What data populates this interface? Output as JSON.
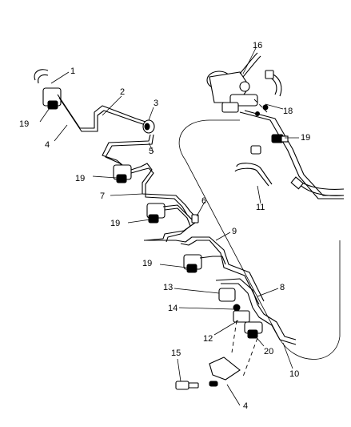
{
  "diagram": {
    "callouts": [
      {
        "id": "c1",
        "label": "1"
      },
      {
        "id": "c2",
        "label": "2"
      },
      {
        "id": "c3",
        "label": "3"
      },
      {
        "id": "c4a",
        "label": "4"
      },
      {
        "id": "c5",
        "label": "5"
      },
      {
        "id": "c6",
        "label": "6"
      },
      {
        "id": "c7",
        "label": "7"
      },
      {
        "id": "c8",
        "label": "8"
      },
      {
        "id": "c9",
        "label": "9"
      },
      {
        "id": "c10",
        "label": "10"
      },
      {
        "id": "c11",
        "label": "11"
      },
      {
        "id": "c12",
        "label": "12"
      },
      {
        "id": "c13",
        "label": "13"
      },
      {
        "id": "c14",
        "label": "14"
      },
      {
        "id": "c15",
        "label": "15"
      },
      {
        "id": "c16",
        "label": "16"
      },
      {
        "id": "c18",
        "label": "18"
      },
      {
        "id": "c19a",
        "label": "19"
      },
      {
        "id": "c19b",
        "label": "19"
      },
      {
        "id": "c19c",
        "label": "19"
      },
      {
        "id": "c19d",
        "label": "19"
      },
      {
        "id": "c19e",
        "label": "19"
      },
      {
        "id": "c20",
        "label": "20"
      },
      {
        "id": "c4b",
        "label": "4"
      }
    ]
  }
}
